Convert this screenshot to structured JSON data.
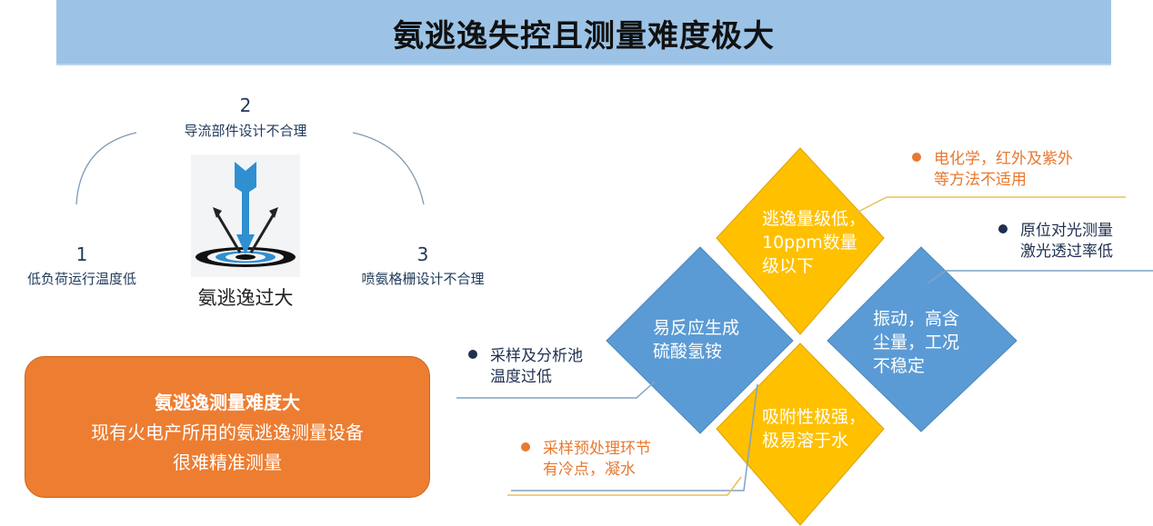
{
  "header": {
    "title": "氨逃逸失控且测量难度极大"
  },
  "causes": {
    "center_label": "氨逃逸过大",
    "center_icon": "target-arrow-icon",
    "items": [
      {
        "number": "1",
        "label": "低负荷运行温度低"
      },
      {
        "number": "2",
        "label": "导流部件设计不合理"
      },
      {
        "number": "3",
        "label": "喷氨格栅设计不合理"
      }
    ]
  },
  "summary_box": {
    "title": "氨逃逸测量难度大",
    "line1": "现有火电产所用的氨逃逸测量设备",
    "line2": "很难精准测量",
    "color": "#ed7d31"
  },
  "diamonds": {
    "top": {
      "lines": [
        "逃逸量级低，",
        "10ppm数量",
        "级以下"
      ],
      "color": "#ffc000"
    },
    "left": {
      "lines": [
        "易反应生成",
        "硫酸氢铵"
      ],
      "color": "#5b9bd5"
    },
    "right": {
      "lines": [
        "振动，高含",
        "尘量，工况",
        "不稳定"
      ],
      "color": "#5b9bd5"
    },
    "bottom": {
      "lines": [
        "吸附性极强，",
        "极易溶于水"
      ],
      "color": "#ffc000"
    }
  },
  "notes": [
    {
      "id": "top-right",
      "lines": [
        "电化学，红外及紫外",
        "等方法不适用"
      ],
      "color": "#e8782f"
    },
    {
      "id": "right",
      "lines": [
        "原位对光测量",
        "激光透过率低"
      ],
      "color": "#1f3050"
    },
    {
      "id": "left",
      "lines": [
        "采样及分析池",
        "温度过低"
      ],
      "color": "#1f3050"
    },
    {
      "id": "bottom-left",
      "lines": [
        "采样预处理环节",
        "有冷点，凝水"
      ],
      "color": "#e8782f"
    }
  ]
}
